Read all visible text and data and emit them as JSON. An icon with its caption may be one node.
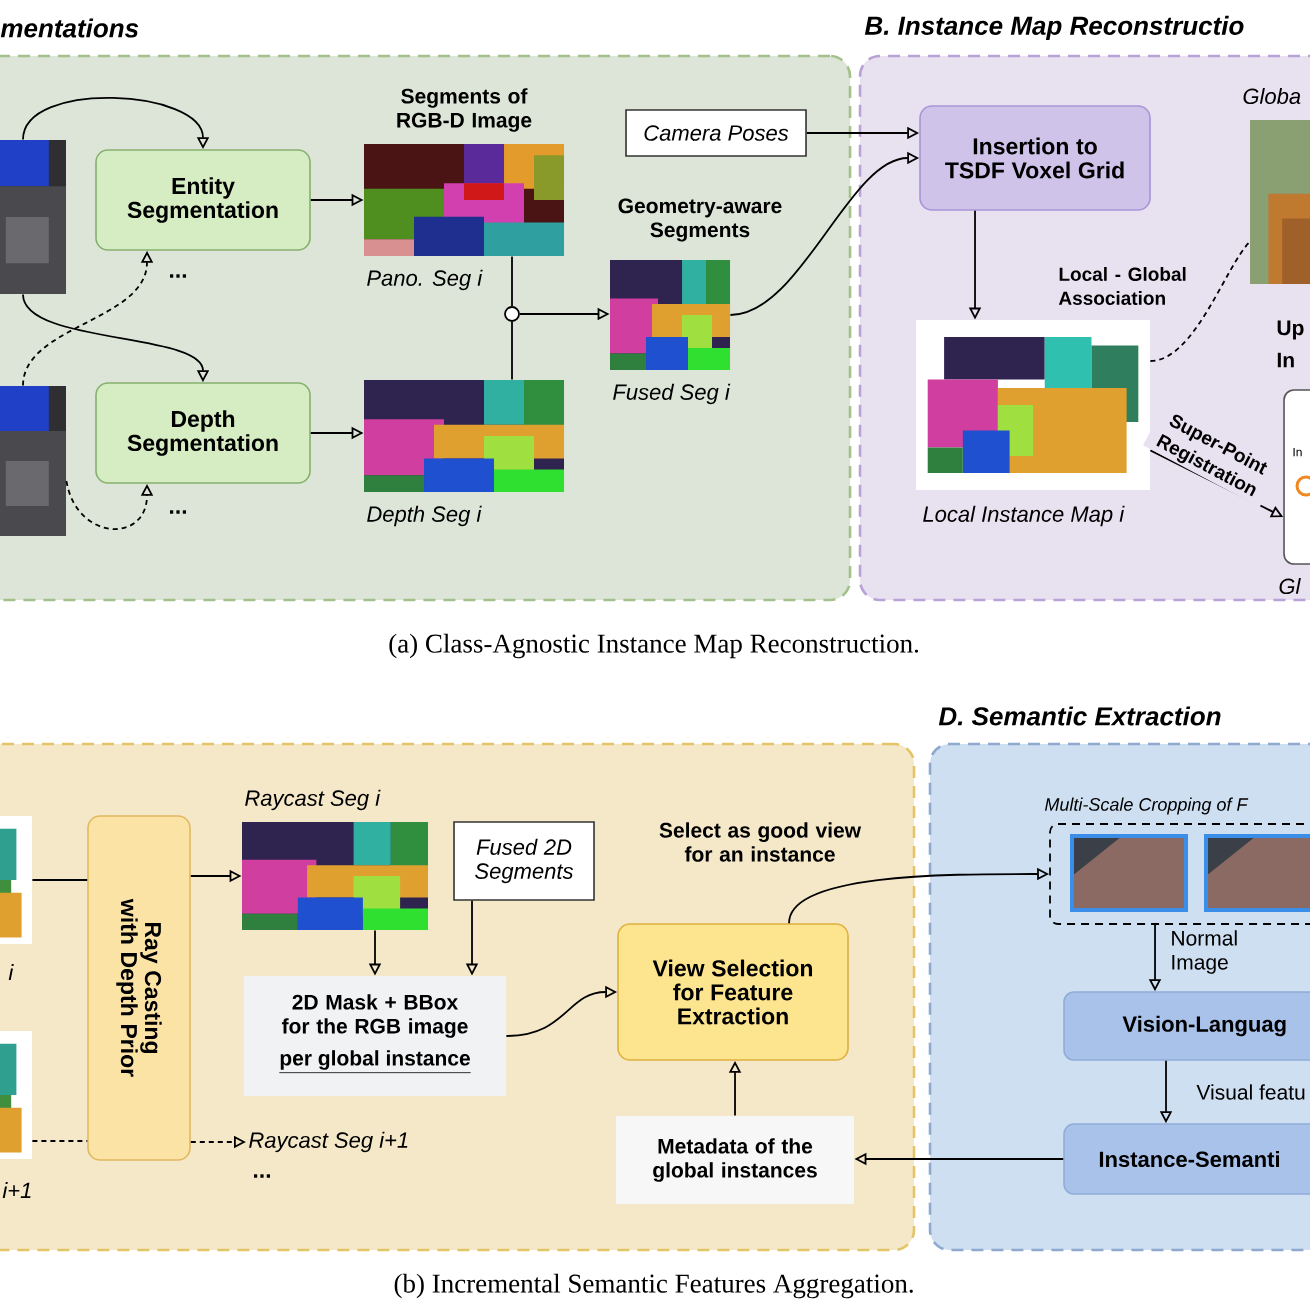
{
  "diagram": {
    "nodes": [
      {
        "text": [
          "mentations"
        ]
      },
      {
        "text": [
          "B. Instance Map Reconstructio"
        ]
      },
      {
        "text": [],
        "shape": "picture",
        "in": 0
      },
      {
        "text": [],
        "shape": "picture",
        "in": 0
      },
      {
        "text": [
          "Entity Segmentation"
        ],
        "in": 0
      },
      {
        "text": [
          "Depth Segmentation"
        ],
        "in": 0
      },
      {
        "text": [
          "Segments of RGB-D Image"
        ],
        "beside": [
          "Pano. Seg i"
        ],
        "in": 0
      },
      {
        "text": [],
        "shape": "picture",
        "beside": [
          "Depth Seg i"
        ],
        "in": 0
      },
      {
        "text": [],
        "shape": "circle",
        "in": 0
      },
      {
        "text": [
          "Geometry-aware Segments"
        ],
        "beside": [
          "Fused Seg i"
        ],
        "in": 0
      },
      {
        "text": [
          "Camera Poses"
        ],
        "in": 0
      },
      {
        "text": [
          "Insertion to TSDF Voxel Grid"
        ],
        "in": 1
      },
      {
        "text": [],
        "shape": "picture",
        "beside": [
          "Local Instance Map i"
        ],
        "in": 1
      },
      {
        "text": [
          "Globa"
        ],
        "in": 1
      },
      {
        "text": [
          "In"
        ],
        "beside": [
          "Gl"
        ],
        "in": 1
      },
      {
        "text": [],
        "shape": "box"
      },
      {
        "text": [],
        "shape": "picture",
        "beside": [
          "i"
        ],
        "in": 15
      },
      {
        "text": [],
        "shape": "picture",
        "beside": [
          "i+1"
        ],
        "in": 15
      },
      {
        "text": [
          "Ray Casting with Depth Prior"
        ],
        "in": 15
      },
      {
        "text": [
          "Raycast Seg i"
        ],
        "in": 15
      },
      {
        "text": [
          "Fused 2D Segments"
        ],
        "in": 15
      },
      {
        "text": [
          "2D Mask + BBox for the RGB image",
          "per global instance"
        ],
        "in": 15
      },
      {
        "text": [
          "View Selection for Feature Extraction"
        ],
        "in": 15
      },
      {
        "text": [
          "Metadata of the global instances"
        ],
        "in": 15
      },
      {
        "text": [
          "Raycast Seg i+1"
        ],
        "in": 15
      },
      {
        "text": [
          "D. Semantic Extraction"
        ]
      },
      {
        "text": [
          "Multi-Scale Cropping of F"
        ],
        "in": 25
      },
      {
        "text": [
          "Vision-Languag"
        ],
        "in": 25
      },
      {
        "text": [
          "Instance-Semanti"
        ],
        "in": 25
      }
    ],
    "edges": [
      {
        "from": 2,
        "to": 4,
        "arrow": "to"
      },
      {
        "from": 2,
        "to": 5,
        "arrow": "to"
      },
      {
        "from": 3,
        "to": 4,
        "arrow": "to",
        "style": "dashed"
      },
      {
        "from": 3,
        "to": 5,
        "arrow": "to",
        "style": "dashed"
      },
      {
        "from": 4,
        "to": 6,
        "arrow": "to"
      },
      {
        "from": 5,
        "to": 7,
        "arrow": "to"
      },
      {
        "from": 6,
        "to": 8,
        "arrow": "none"
      },
      {
        "from": 7,
        "to": 8,
        "arrow": "none"
      },
      {
        "from": 8,
        "to": 9,
        "arrow": "to"
      },
      {
        "from": 9,
        "to": 11,
        "arrow": "to"
      },
      {
        "from": 10,
        "to": 11,
        "arrow": "to"
      },
      {
        "from": 11,
        "to": 12,
        "arrow": "to"
      },
      {
        "from": 12,
        "to": 13,
        "arrow": "none",
        "style": "dashed",
        "label": "Local - Global Association"
      },
      {
        "from": 12,
        "to": 14,
        "arrow": "to",
        "label": "Super-Point Registration"
      },
      {
        "from": 16,
        "to": 18,
        "arrow": "none"
      },
      {
        "from": 17,
        "to": 18,
        "arrow": "none",
        "style": "dashed"
      },
      {
        "from": 18,
        "to": 19,
        "arrow": "to"
      },
      {
        "from": 18,
        "to": 24,
        "arrow": "to",
        "style": "dashed"
      },
      {
        "from": 19,
        "to": 21,
        "arrow": "to"
      },
      {
        "from": 20,
        "to": 21,
        "arrow": "to"
      },
      {
        "from": 21,
        "to": 22,
        "arrow": "to"
      },
      {
        "from": 23,
        "to": 22,
        "arrow": "to"
      },
      {
        "from": 22,
        "to": 26,
        "arrow": "to",
        "label": "Select as good view for an instance"
      },
      {
        "from": 26,
        "to": 27,
        "arrow": "to",
        "label": "Normal Image"
      },
      {
        "from": 27,
        "to": 28,
        "arrow": "to",
        "label": "Visual featu"
      },
      {
        "from": 28,
        "to": 23,
        "arrow": "to"
      }
    ],
    "labels": [
      "...",
      "Up",
      "In",
      "...",
      "(a) Class-Agnostic Instance Map Reconstruction.",
      "...",
      "(b) Incremental Semantic Features Aggregation."
    ]
  }
}
